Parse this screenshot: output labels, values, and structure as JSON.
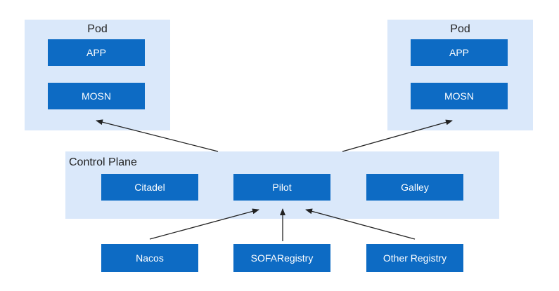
{
  "pods": [
    {
      "title": "Pod",
      "app_label": "APP",
      "sidecar_label": "MOSN"
    },
    {
      "title": "Pod",
      "app_label": "APP",
      "sidecar_label": "MOSN"
    }
  ],
  "control_plane": {
    "title": "Control Plane",
    "components": [
      "Citadel",
      "Pilot",
      "Galley"
    ]
  },
  "registries": [
    "Nacos",
    "SOFARegistry",
    "Other Registry"
  ],
  "colors": {
    "panel_bg": "#dae8fa",
    "box_bg": "#0d6bc4",
    "box_text": "#ffffff",
    "arrow": "#222222"
  }
}
